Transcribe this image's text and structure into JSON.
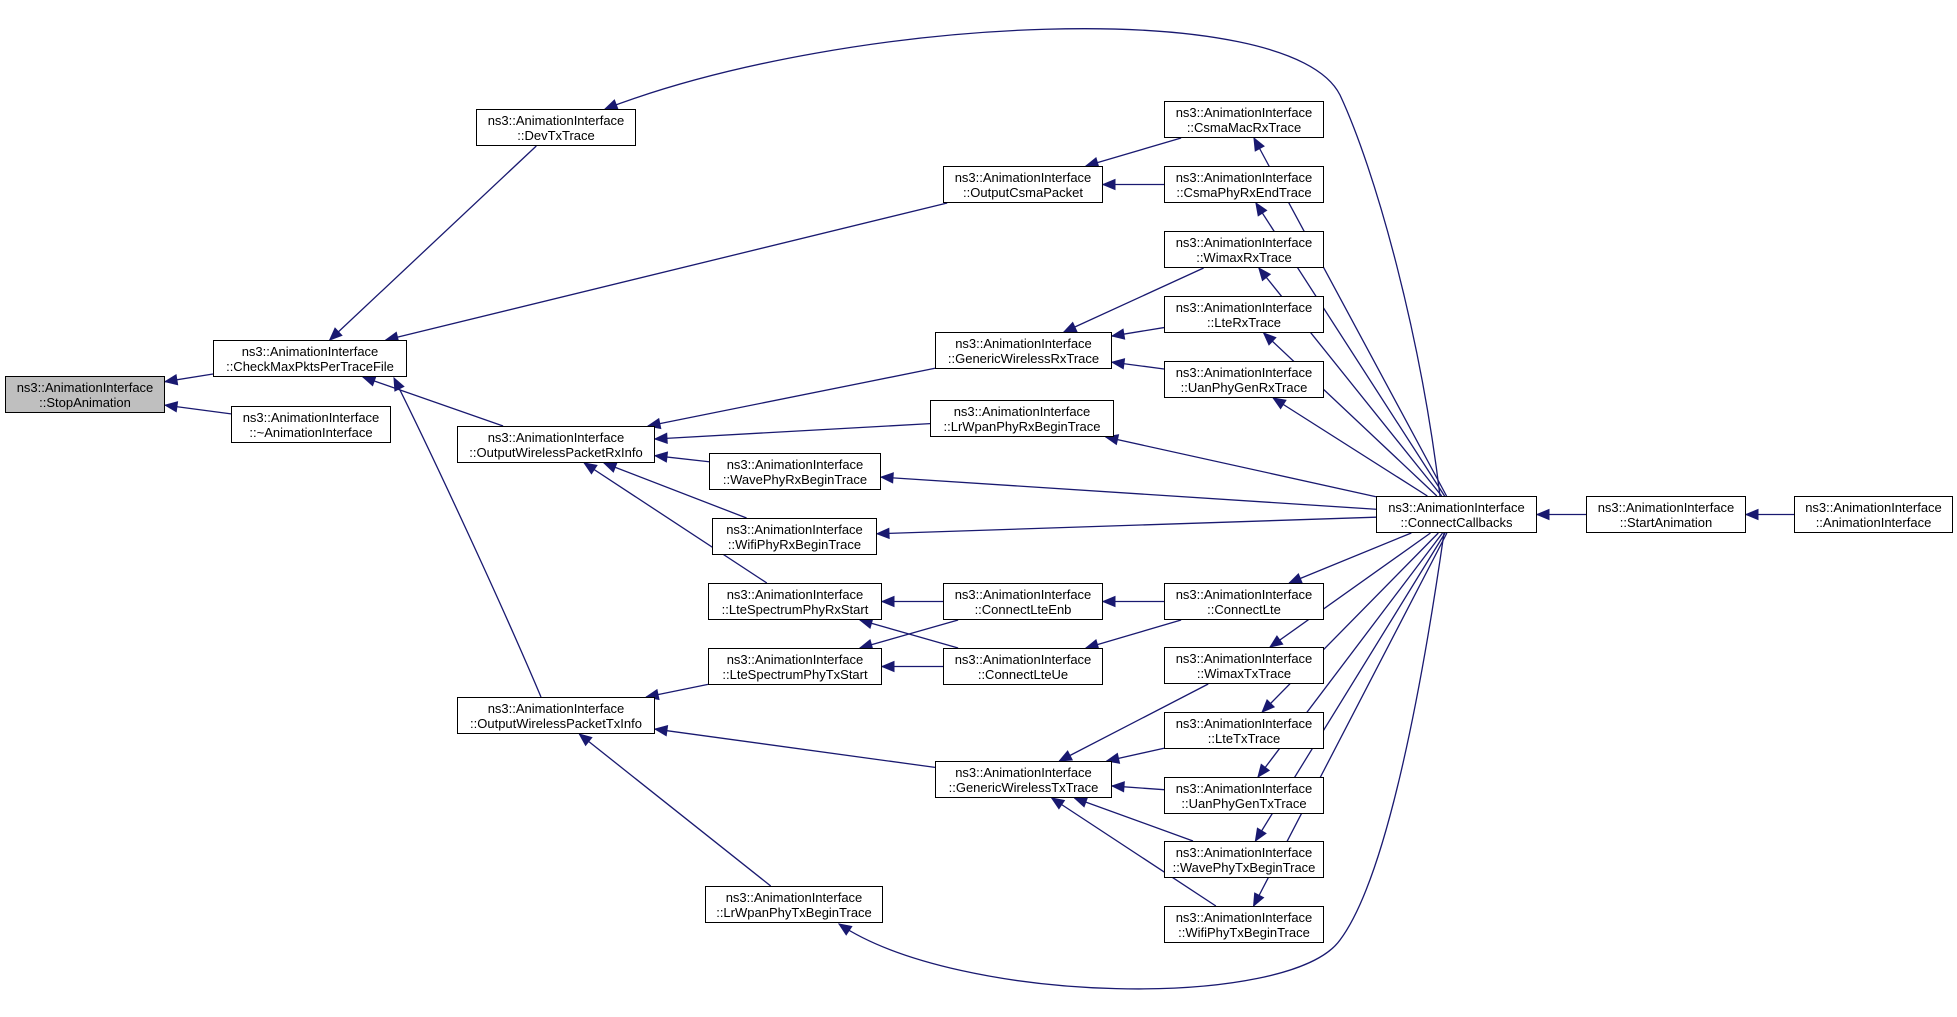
{
  "colors": {
    "edge": "#191970",
    "border": "#000000",
    "focus_fill": "#bfbfbf",
    "fill": "#ffffff"
  },
  "nodes": [
    {
      "id": "stop",
      "l1": "ns3::AnimationInterface",
      "l2": "::StopAnimation",
      "focus": true
    },
    {
      "id": "check",
      "l1": "ns3::AnimationInterface",
      "l2": "::CheckMaxPktsPerTraceFile"
    },
    {
      "id": "dtor",
      "l1": "ns3::AnimationInterface",
      "l2": "::~AnimationInterface"
    },
    {
      "id": "devtx",
      "l1": "ns3::AnimationInterface",
      "l2": "::DevTxTrace"
    },
    {
      "id": "rxinfo",
      "l1": "ns3::AnimationInterface",
      "l2": "::OutputWirelessPacketRxInfo"
    },
    {
      "id": "txinfo",
      "l1": "ns3::AnimationInterface",
      "l2": "::OutputWirelessPacketTxInfo"
    },
    {
      "id": "csmapkt",
      "l1": "ns3::AnimationInterface",
      "l2": "::OutputCsmaPacket"
    },
    {
      "id": "genrx",
      "l1": "ns3::AnimationInterface",
      "l2": "::GenericWirelessRxTrace"
    },
    {
      "id": "lrrx",
      "l1": "ns3::AnimationInterface",
      "l2": "::LrWpanPhyRxBeginTrace"
    },
    {
      "id": "waverx",
      "l1": "ns3::AnimationInterface",
      "l2": "::WavePhyRxBeginTrace"
    },
    {
      "id": "wifirx",
      "l1": "ns3::AnimationInterface",
      "l2": "::WifiPhyRxBeginTrace"
    },
    {
      "id": "lterxs",
      "l1": "ns3::AnimationInterface",
      "l2": "::LteSpectrumPhyRxStart"
    },
    {
      "id": "ltetxs",
      "l1": "ns3::AnimationInterface",
      "l2": "::LteSpectrumPhyTxStart"
    },
    {
      "id": "gentx",
      "l1": "ns3::AnimationInterface",
      "l2": "::GenericWirelessTxTrace"
    },
    {
      "id": "lrtx",
      "l1": "ns3::AnimationInterface",
      "l2": "::LrWpanPhyTxBeginTrace"
    },
    {
      "id": "enb",
      "l1": "ns3::AnimationInterface",
      "l2": "::ConnectLteEnb"
    },
    {
      "id": "ue",
      "l1": "ns3::AnimationInterface",
      "l2": "::ConnectLteUe"
    },
    {
      "id": "csmamac",
      "l1": "ns3::AnimationInterface",
      "l2": "::CsmaMacRxTrace"
    },
    {
      "id": "csmaphy",
      "l1": "ns3::AnimationInterface",
      "l2": "::CsmaPhyRxEndTrace"
    },
    {
      "id": "wimaxrx",
      "l1": "ns3::AnimationInterface",
      "l2": "::WimaxRxTrace"
    },
    {
      "id": "lterx",
      "l1": "ns3::AnimationInterface",
      "l2": "::LteRxTrace"
    },
    {
      "id": "uanrx",
      "l1": "ns3::AnimationInterface",
      "l2": "::UanPhyGenRxTrace"
    },
    {
      "id": "connlte",
      "l1": "ns3::AnimationInterface",
      "l2": "::ConnectLte"
    },
    {
      "id": "wimaxtx",
      "l1": "ns3::AnimationInterface",
      "l2": "::WimaxTxTrace"
    },
    {
      "id": "ltetx",
      "l1": "ns3::AnimationInterface",
      "l2": "::LteTxTrace"
    },
    {
      "id": "uantx",
      "l1": "ns3::AnimationInterface",
      "l2": "::UanPhyGenTxTrace"
    },
    {
      "id": "wavetx",
      "l1": "ns3::AnimationInterface",
      "l2": "::WavePhyTxBeginTrace"
    },
    {
      "id": "wifitx",
      "l1": "ns3::AnimationInterface",
      "l2": "::WifiPhyTxBeginTrace"
    },
    {
      "id": "cb",
      "l1": "ns3::AnimationInterface",
      "l2": "::ConnectCallbacks"
    },
    {
      "id": "start",
      "l1": "ns3::AnimationInterface",
      "l2": "::StartAnimation"
    },
    {
      "id": "ctor",
      "l1": "ns3::AnimationInterface",
      "l2": "::AnimationInterface"
    }
  ],
  "edges": [
    {
      "from": "check",
      "to": "stop"
    },
    {
      "from": "dtor",
      "to": "stop"
    },
    {
      "from": "devtx",
      "to": "check"
    },
    {
      "from": "csmapkt",
      "to": "check"
    },
    {
      "from": "rxinfo",
      "to": "check"
    },
    {
      "from": "txinfo",
      "to": "check"
    },
    {
      "from": "cb",
      "to": "devtx"
    },
    {
      "from": "csmamac",
      "to": "csmapkt"
    },
    {
      "from": "csmaphy",
      "to": "csmapkt"
    },
    {
      "from": "genrx",
      "to": "rxinfo"
    },
    {
      "from": "lrrx",
      "to": "rxinfo"
    },
    {
      "from": "waverx",
      "to": "rxinfo"
    },
    {
      "from": "wifirx",
      "to": "rxinfo"
    },
    {
      "from": "lterxs",
      "to": "rxinfo"
    },
    {
      "from": "ltetxs",
      "to": "txinfo"
    },
    {
      "from": "gentx",
      "to": "txinfo"
    },
    {
      "from": "lrtx",
      "to": "txinfo"
    },
    {
      "from": "wimaxrx",
      "to": "genrx"
    },
    {
      "from": "lterx",
      "to": "genrx"
    },
    {
      "from": "uanrx",
      "to": "genrx"
    },
    {
      "from": "cb",
      "to": "lrrx"
    },
    {
      "from": "cb",
      "to": "waverx"
    },
    {
      "from": "cb",
      "to": "wifirx"
    },
    {
      "from": "enb",
      "to": "lterxs"
    },
    {
      "from": "ue",
      "to": "lterxs"
    },
    {
      "from": "enb",
      "to": "ltetxs"
    },
    {
      "from": "ue",
      "to": "ltetxs"
    },
    {
      "from": "wimaxtx",
      "to": "gentx"
    },
    {
      "from": "ltetx",
      "to": "gentx"
    },
    {
      "from": "uantx",
      "to": "gentx"
    },
    {
      "from": "wavetx",
      "to": "gentx"
    },
    {
      "from": "wifitx",
      "to": "gentx"
    },
    {
      "from": "cb",
      "to": "lrtx"
    },
    {
      "from": "connlte",
      "to": "enb"
    },
    {
      "from": "connlte",
      "to": "ue"
    },
    {
      "from": "cb",
      "to": "csmamac"
    },
    {
      "from": "cb",
      "to": "csmaphy"
    },
    {
      "from": "cb",
      "to": "wimaxrx"
    },
    {
      "from": "cb",
      "to": "lterx"
    },
    {
      "from": "cb",
      "to": "uanrx"
    },
    {
      "from": "cb",
      "to": "connlte"
    },
    {
      "from": "cb",
      "to": "wimaxtx"
    },
    {
      "from": "cb",
      "to": "ltetx"
    },
    {
      "from": "cb",
      "to": "uantx"
    },
    {
      "from": "cb",
      "to": "wavetx"
    },
    {
      "from": "cb",
      "to": "wifitx"
    },
    {
      "from": "start",
      "to": "cb"
    },
    {
      "from": "ctor",
      "to": "start"
    }
  ]
}
